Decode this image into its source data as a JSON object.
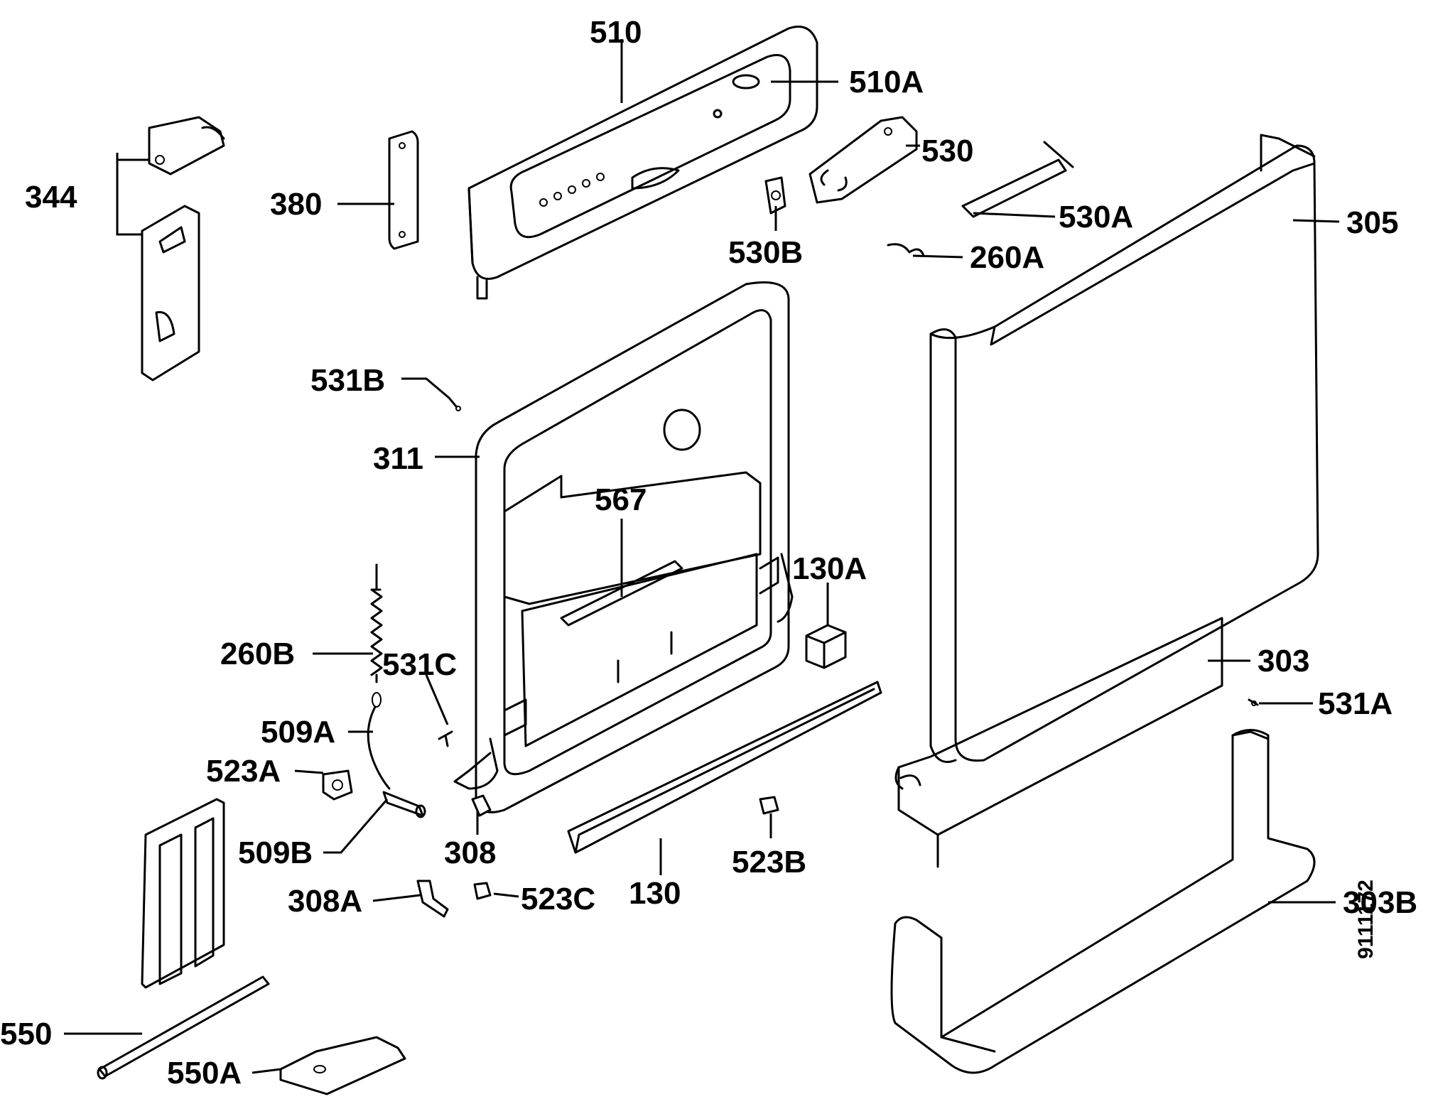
{
  "labels": {
    "l510": "510",
    "l510A": "510A",
    "l530": "530",
    "l530A": "530A",
    "l530B": "530B",
    "l260A": "260A",
    "l305": "305",
    "l344": "344",
    "l380": "380",
    "l531B": "531B",
    "l311": "311",
    "l567": "567",
    "l130A": "130A",
    "l260B": "260B",
    "l531C": "531C",
    "l509A": "509A",
    "l523A": "523A",
    "l509B": "509B",
    "l308": "308",
    "l308A": "308A",
    "l523C": "523C",
    "l130": "130",
    "l523B": "523B",
    "l303": "303",
    "l531A": "531A",
    "l303B": "303B",
    "l550": "550",
    "l550A": "550A"
  },
  "drawing_code": "9111172"
}
